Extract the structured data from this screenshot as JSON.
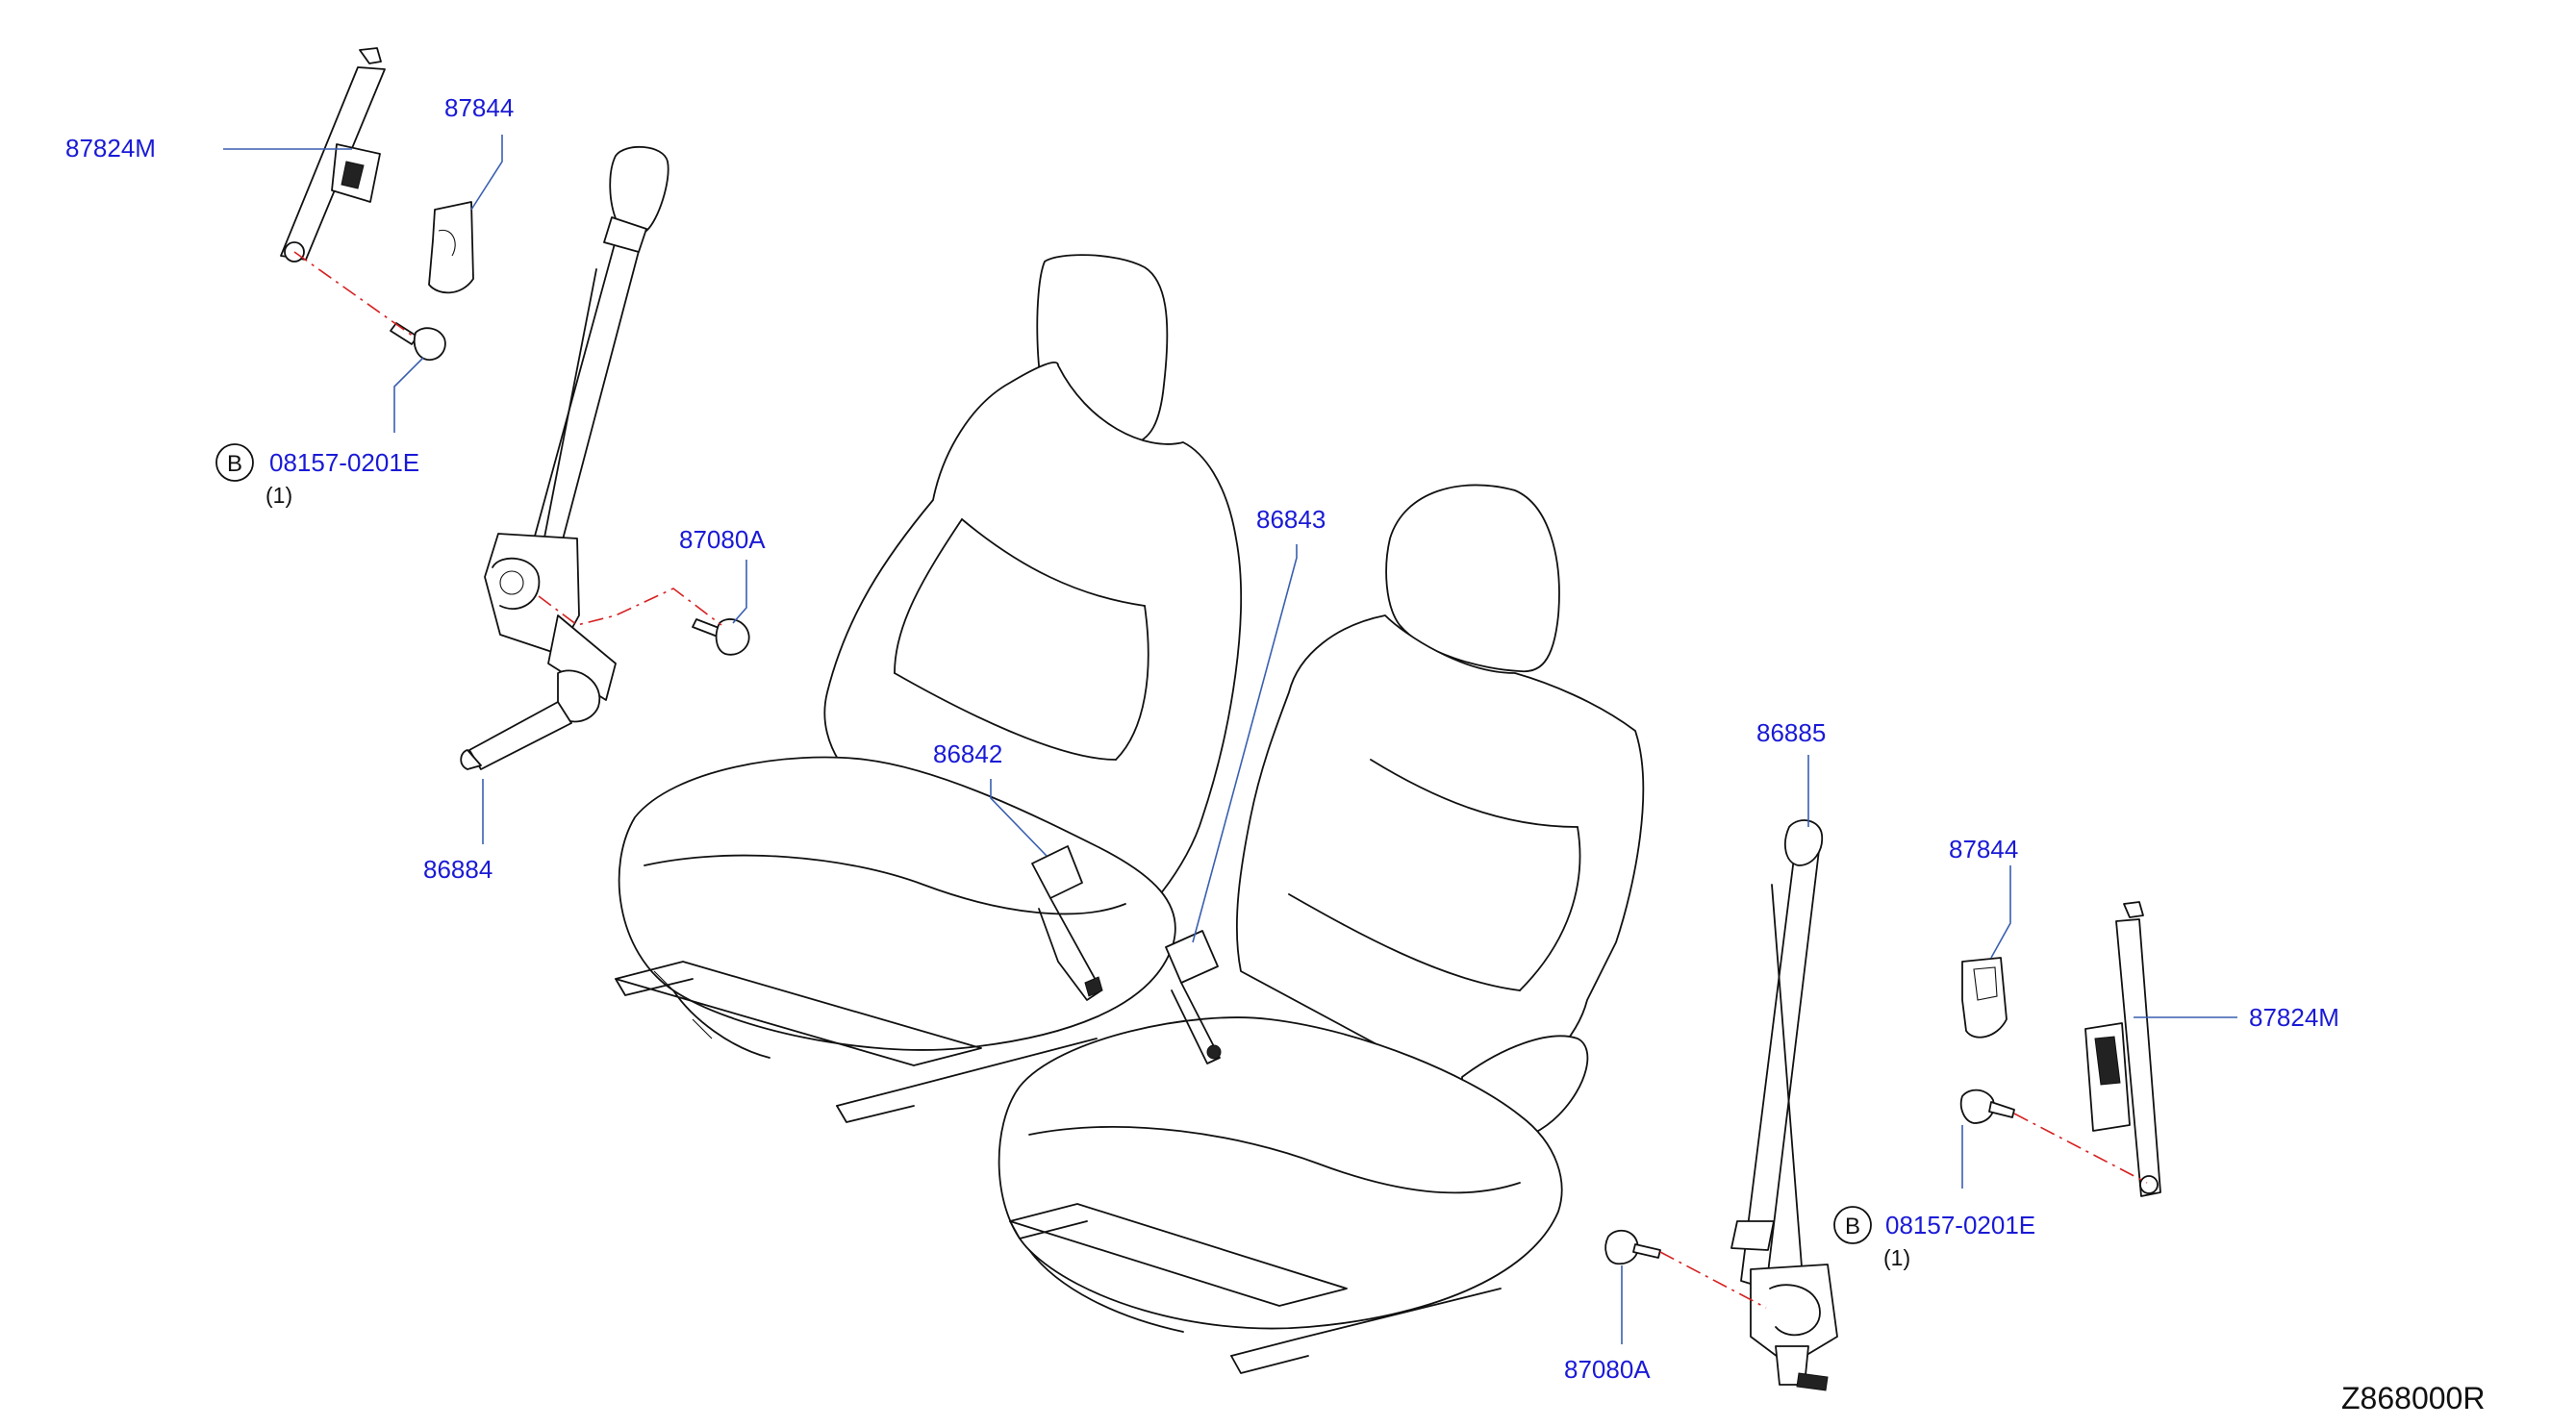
{
  "diagram_code": "Z868000R",
  "parts": {
    "anchor_adjuster_left": "87824M",
    "cover_left": "87844",
    "bolt_left": "08157-0201E",
    "bolt_left_qty": "(1)",
    "bolt_left_ref": "B",
    "retractor_bolt_left": "87080A",
    "belt_left": "86884",
    "buckle_left": "86842",
    "buckle_right": "86843",
    "belt_right": "86885",
    "cover_right": "87844",
    "anchor_adjuster_right": "87824M",
    "bolt_right": "08157-0201E",
    "bolt_right_qty": "(1)",
    "bolt_right_ref": "B",
    "retractor_bolt_right": "87080A"
  }
}
